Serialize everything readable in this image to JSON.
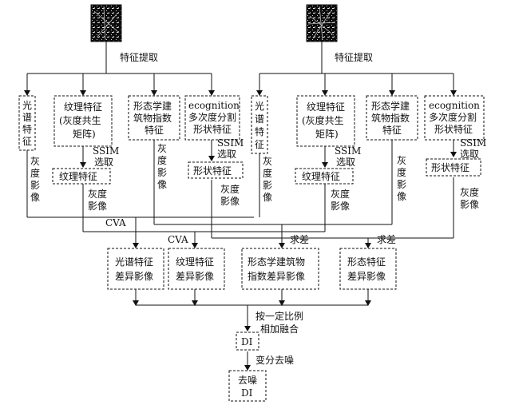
{
  "diagram": {
    "left_branch": {
      "feature_extraction_label": "特征提取",
      "spectral_feature": [
        "光",
        "谱",
        "特",
        "征"
      ],
      "texture_feature_glcm": [
        "纹理特征",
        "(灰度共生",
        "矩阵)"
      ],
      "morph_building_index": [
        "形态学建",
        "筑物指数",
        "特征"
      ],
      "ecognition_shape": [
        "ecognition",
        "多次度分割",
        "形状特征"
      ],
      "ssim_select": [
        "SSIM",
        "选取"
      ],
      "texture_feature": "纹理特征",
      "shape_feature": "形状特征",
      "gray_image_a": [
        "灰",
        "度",
        "影",
        "像"
      ],
      "gray_image_b": [
        "灰度",
        "影像"
      ],
      "gray_image_c": [
        "灰",
        "度",
        "影",
        "像"
      ],
      "gray_image_d": [
        "灰度",
        "影像"
      ]
    },
    "right_branch": {
      "feature_extraction_label": "特征提取",
      "spectral_feature": [
        "光",
        "谱",
        "特",
        "征"
      ],
      "texture_feature_glcm": [
        "纹理特征",
        "(灰度共生",
        "矩阵)"
      ],
      "morph_building_index": [
        "形态学建",
        "筑物指数",
        "特征"
      ],
      "ecognition_shape": [
        "ecognition",
        "多次度分割",
        "形状特征"
      ],
      "ssim_select": [
        "SSIM",
        "选取"
      ],
      "texture_feature": "纹理特征",
      "shape_feature": "形状特征",
      "gray_image_a": [
        "灰",
        "度",
        "影",
        "像"
      ],
      "gray_image_b": [
        "灰度",
        "影像"
      ],
      "gray_image_c": [
        "灰",
        "度",
        "影",
        "像"
      ],
      "gray_image_d": [
        "灰度",
        "影像"
      ]
    },
    "operations": {
      "cva_1": "CVA",
      "cva_2": "CVA",
      "diff_1": "求差",
      "diff_2": "求差"
    },
    "difference_images": {
      "spectral": [
        "光谱特征",
        "差异影像"
      ],
      "texture": [
        "纹理特征",
        "差异影像"
      ],
      "morph_building": [
        "形态学建筑物",
        "指数差异影像"
      ],
      "shape": [
        "形态特征",
        "差异影像"
      ]
    },
    "fusion": {
      "proportion_label": [
        "按一定比例",
        "相加融合"
      ],
      "di": "DI",
      "variational_denoise": "变分去噪",
      "denoised_di": [
        "去噪",
        "DI"
      ]
    }
  }
}
